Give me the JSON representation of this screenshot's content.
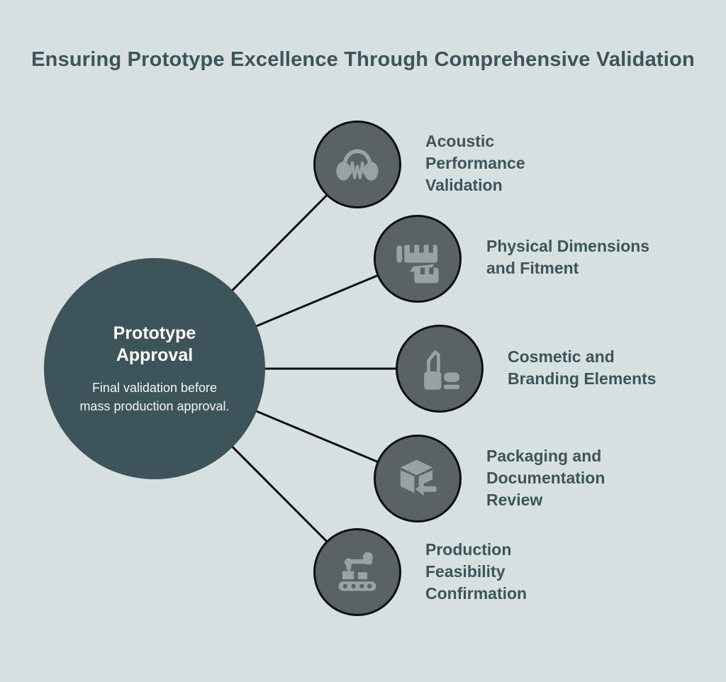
{
  "title": "Ensuring Prototype Excellence Through Comprehensive Validation",
  "center_node": {
    "title": "Prototype Approval",
    "description": "Final validation before mass production approval."
  },
  "branches": [
    {
      "label": "Acoustic Performance Validation",
      "icon": "headphones-soundwave-icon"
    },
    {
      "label": "Physical Dimensions and Fitment",
      "icon": "measuring-tape-icon"
    },
    {
      "label": "Cosmetic and Branding Elements",
      "icon": "lipstick-compact-icon"
    },
    {
      "label": "Packaging and Documentation Review",
      "icon": "package-box-arrow-icon"
    },
    {
      "label": "Production Feasibility Confirmation",
      "icon": "robot-arm-conveyor-icon"
    }
  ],
  "colors": {
    "background": "#d6e0e1",
    "title_text": "#3c545a",
    "center_circle_fill": "#3d545a",
    "center_text": "#ffffff",
    "branch_circle_fill": "#5b6263",
    "branch_circle_border": "#101010",
    "icon_fill": "#9aa1a1",
    "connector_line": "#101010",
    "label_text": "#3c545a"
  }
}
